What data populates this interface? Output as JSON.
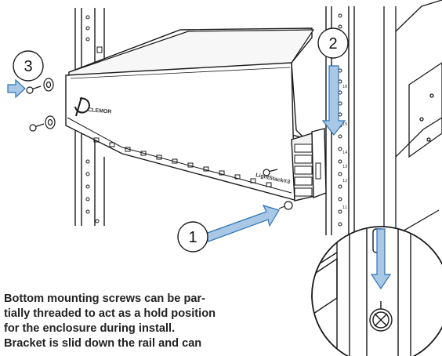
{
  "steps": {
    "step1": "1",
    "step2": "2",
    "step3": "3"
  },
  "enclosure": {
    "brand_label": "CLEMOR",
    "model_label": "LightStack®3"
  },
  "caption": {
    "lines": [
      "Bottom mounting screws can be par-",
      "tially threaded to act as a hold position",
      "for the enclosure during install.",
      "Bracket is slid down the rail and can"
    ]
  },
  "colors": {
    "arrow_fill": "#a9c8e6",
    "arrow_stroke": "#2d73b5",
    "line": "#1a1a1a"
  },
  "icons": {
    "arrow": "arrow-icon",
    "screw": "screw-icon",
    "washer": "washer-icon",
    "clemor_logo": "clemor-logo-icon"
  }
}
